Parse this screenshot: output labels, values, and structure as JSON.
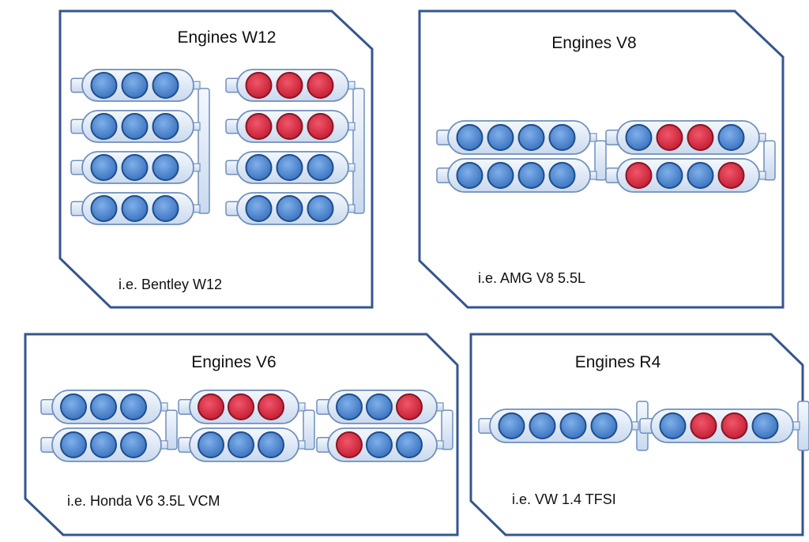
{
  "colors": {
    "panel_border": "#34568f",
    "block_fill": "#dbe6f4",
    "block_stroke": "#6f8fbf",
    "cyl_active": "#4a83cc",
    "cyl_active_stroke": "#1d4d8c",
    "cyl_deactivated": "#d62b3f",
    "cyl_deactivated_stroke": "#8b1424"
  },
  "panels": [
    {
      "id": "w12",
      "title": "Engines W12",
      "caption": "i.e. Bentley W12",
      "configs": [
        {
          "banks": [
            [
              "on",
              "on",
              "on"
            ],
            [
              "on",
              "on",
              "on"
            ],
            [
              "on",
              "on",
              "on"
            ],
            [
              "on",
              "on",
              "on"
            ]
          ]
        },
        {
          "banks": [
            [
              "off",
              "off",
              "off"
            ],
            [
              "off",
              "off",
              "off"
            ],
            [
              "on",
              "on",
              "on"
            ],
            [
              "on",
              "on",
              "on"
            ]
          ]
        }
      ]
    },
    {
      "id": "v8",
      "title": "Engines V8",
      "caption": "i.e. AMG V8 5.5L",
      "configs": [
        {
          "banks": [
            [
              "on",
              "on",
              "on",
              "on"
            ],
            [
              "on",
              "on",
              "on",
              "on"
            ]
          ]
        },
        {
          "banks": [
            [
              "on",
              "off",
              "off",
              "on"
            ],
            [
              "off",
              "on",
              "on",
              "off"
            ]
          ]
        }
      ]
    },
    {
      "id": "v6",
      "title": "Engines V6",
      "caption": "i.e. Honda V6 3.5L VCM",
      "configs": [
        {
          "banks": [
            [
              "on",
              "on",
              "on"
            ],
            [
              "on",
              "on",
              "on"
            ]
          ]
        },
        {
          "banks": [
            [
              "off",
              "off",
              "off"
            ],
            [
              "on",
              "on",
              "on"
            ]
          ]
        },
        {
          "banks": [
            [
              "on",
              "on",
              "off"
            ],
            [
              "off",
              "on",
              "on"
            ]
          ]
        }
      ]
    },
    {
      "id": "r4",
      "title": "Engines R4",
      "caption": "i.e. VW 1.4 TFSI",
      "configs": [
        {
          "banks": [
            [
              "on",
              "on",
              "on",
              "on"
            ]
          ]
        },
        {
          "banks": [
            [
              "on",
              "off",
              "off",
              "on"
            ]
          ]
        }
      ]
    }
  ]
}
